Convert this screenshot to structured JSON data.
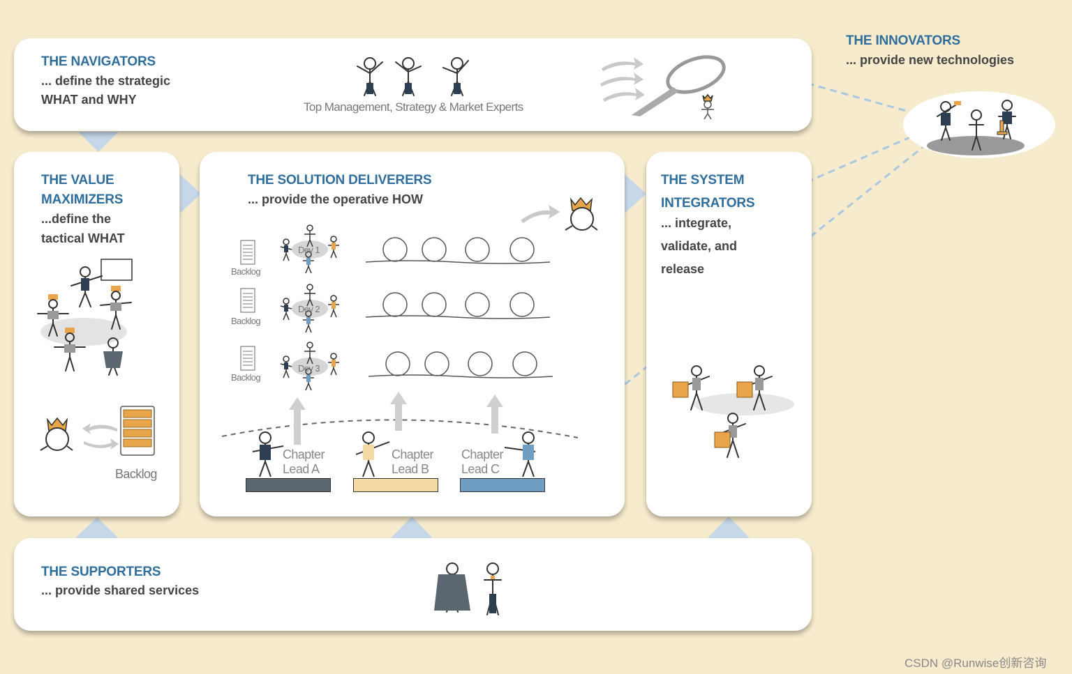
{
  "navigators": {
    "title": "THE NAVIGATORS",
    "desc_line1": "... define the strategic",
    "desc_line2": "WHAT and WHY",
    "caption": "Top Management, Strategy & Market Experts"
  },
  "innovators": {
    "title": "THE INNOVATORS",
    "desc": "... provide new technologies"
  },
  "value_maximizers": {
    "title_line1": "THE VALUE",
    "title_line2": "MAXIMIZERS",
    "desc_line1": "...define the",
    "desc_line2": "tactical WHAT",
    "backlog_label": "Backlog"
  },
  "solution_deliverers": {
    "title": "THE SOLUTION DELIVERERS",
    "desc": "... provide the operative HOW",
    "teams": [
      {
        "backlog": "Backlog",
        "team": "Dev 1"
      },
      {
        "backlog": "Backlog",
        "team": "Dev 2"
      },
      {
        "backlog": "Backlog",
        "team": "Dev 3"
      }
    ],
    "chapter_leads": [
      {
        "line1": "Chapter",
        "line2": "Lead A",
        "color": "#5c6670"
      },
      {
        "line1": "Chapter",
        "line2": "Lead B",
        "color": "#f3d9a4"
      },
      {
        "line1": "Chapter",
        "line2": "Lead C",
        "color": "#6f9ec2"
      }
    ]
  },
  "system_integrators": {
    "title_line1": "THE SYSTEM",
    "title_line2": "INTEGRATORS",
    "desc_line1": "... integrate,",
    "desc_line2": "validate, and",
    "desc_line3": "release"
  },
  "supporters": {
    "title": "THE SUPPORTERS",
    "desc": "... provide shared services"
  },
  "watermark": "CSDN @Runwise创新咨询",
  "colors": {
    "background": "#f7ebcd",
    "title_blue": "#2f6e9c",
    "connector_blue": "#c6d7ea",
    "dashed_line": "#a9c8e0",
    "orange": "#e9a54a"
  },
  "icons": [
    "stick-figure-icon",
    "magnifying-glass-icon",
    "crown-figure-icon",
    "backlog-stack-icon",
    "iteration-loop-icon",
    "arrow-icon",
    "whiteboard-icon",
    "microscope-icon",
    "checklist-icon"
  ]
}
